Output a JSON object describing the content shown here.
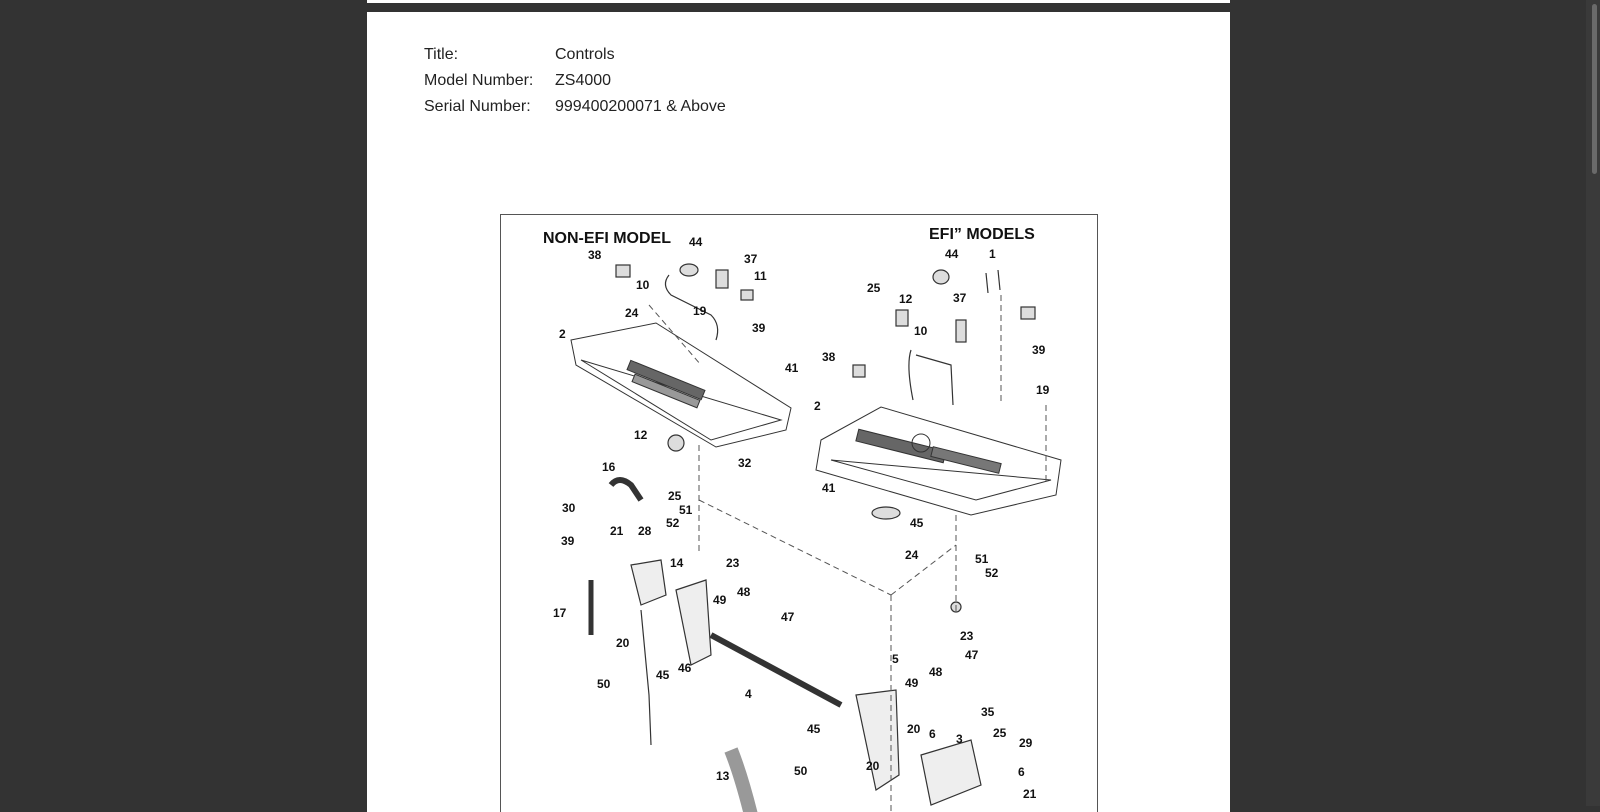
{
  "header": {
    "title_key": "Title:",
    "title_value": "Controls",
    "model_key": "Model Number:",
    "model_value": "ZS4000",
    "serial_key": "Serial Number:",
    "serial_value": "999400200071 & Above"
  },
  "diagram": {
    "left_heading": "NON-EFI MODEL",
    "right_heading": "EFI” MODELS",
    "callouts_left": [
      "38",
      "44",
      "37",
      "11",
      "10",
      "24",
      "19",
      "39",
      "2",
      "41",
      "12",
      "32",
      "16",
      "25",
      "51",
      "52",
      "30",
      "21",
      "28",
      "23",
      "39",
      "14",
      "48",
      "17",
      "49",
      "47",
      "20",
      "45",
      "46",
      "50",
      "4",
      "13"
    ],
    "callouts_right": [
      "44",
      "1",
      "25",
      "12",
      "37",
      "39",
      "10",
      "38",
      "19",
      "2",
      "41",
      "45",
      "24",
      "51",
      "52",
      "23",
      "5",
      "48",
      "47",
      "49",
      "45",
      "20",
      "6",
      "35",
      "3",
      "25",
      "29",
      "50",
      "20",
      "6",
      "21"
    ]
  }
}
